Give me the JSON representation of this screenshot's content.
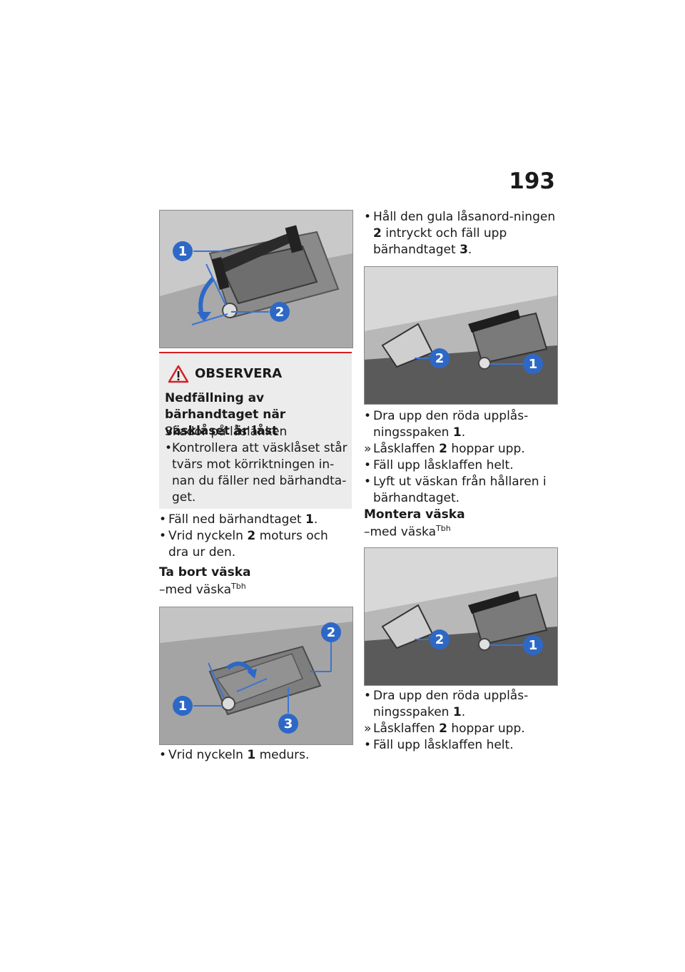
{
  "page_number": "193",
  "left_column": {
    "figure1_callouts": [
      "1",
      "2"
    ],
    "notice": {
      "title": "OBSERVERA",
      "subject": "Nedfällning av bärhandtaget när väsklåset är låst",
      "consequence": "Skador på låslänken",
      "bullet_mark": "•",
      "bullet": "Kontrollera att väsklåset står tvärs mot körriktningen in-nan du fäller ned bärhandta-get.",
      "accent_color": "#d61f26"
    },
    "steps1": [
      {
        "mark": "•",
        "pre": "Fäll ned bärhandtaget ",
        "num": "1",
        "post": "."
      },
      {
        "mark": "•",
        "pre": "Vrid nyckeln ",
        "num": "2",
        "post": " moturs och dra ur den."
      }
    ],
    "remove_heading": "Ta bort väska",
    "remove_sub": "–med väska",
    "remove_sup": "Tbh",
    "figure2_callouts": [
      "1",
      "2",
      "3"
    ],
    "steps2": [
      {
        "mark": "•",
        "pre": "Vrid nyckeln ",
        "num": "1",
        "post": " medurs."
      }
    ]
  },
  "right_column": {
    "steps1": [
      {
        "mark": "•",
        "pre": "Håll den gula låsanord-ningen ",
        "num": "2",
        "post": " intryckt och fäll upp bärhandtaget ",
        "num2": "3",
        "post2": "."
      }
    ],
    "figure3_callouts": [
      "2",
      "1"
    ],
    "steps2": [
      {
        "mark": "•",
        "pre": "Dra upp den röda upplås-ningsspaken ",
        "num": "1",
        "post": "."
      },
      {
        "mark": "»",
        "pre": "Låsklaffen ",
        "num": "2",
        "post": " hoppar upp."
      },
      {
        "mark": "•",
        "pre": "Fäll upp låsklaffen helt.",
        "num": "",
        "post": ""
      },
      {
        "mark": "•",
        "pre": "Lyft ut väskan från hållaren i bärhandtaget.",
        "num": "",
        "post": ""
      }
    ],
    "mount_heading": "Montera väska",
    "mount_sub": "–med väska",
    "mount_sup": "Tbh",
    "figure4_callouts": [
      "2",
      "1"
    ],
    "steps3": [
      {
        "mark": "•",
        "pre": "Dra upp den röda upplås-ningsspaken ",
        "num": "1",
        "post": "."
      },
      {
        "mark": "»",
        "pre": "Låsklaffen ",
        "num": "2",
        "post": " hoppar upp."
      },
      {
        "mark": "•",
        "pre": "Fäll upp låsklaffen helt.",
        "num": "",
        "post": ""
      }
    ]
  },
  "callout_color": "#2e68c7"
}
